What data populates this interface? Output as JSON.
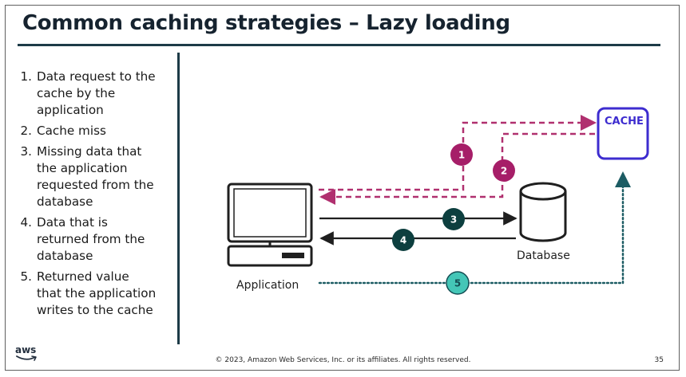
{
  "slide": {
    "title": "Common caching strategies – Lazy loading"
  },
  "steps": [
    {
      "number": "1.",
      "text": "Data request to the\ncache by the\napplication"
    },
    {
      "number": "2.",
      "text": "Cache miss"
    },
    {
      "number": "3.",
      "text": "Missing data that\nthe application\nrequested from the\ndatabase"
    },
    {
      "number": "4.",
      "text": "Data that is\nreturned from the\ndatabase"
    },
    {
      "number": "5.",
      "text": "Returned value\nthat the application\nwrites to the cache"
    }
  ],
  "diagram": {
    "application_label": "Application",
    "database_label": "Database",
    "cache_label": "CACHE",
    "badges": [
      "1",
      "2",
      "3",
      "4",
      "5"
    ],
    "icons": {
      "application": "computer-monitor-icon",
      "database": "database-cylinder-icon",
      "cache": "cache-box-icon"
    },
    "colors": {
      "dashed_arrows": "#b0306f",
      "solid_arrows": "#1f1f1f",
      "badge_1_2": "#a61e68",
      "badge_3_4": "#0d3f3f",
      "badge_5": "#44c6b7",
      "cache_border": "#3d2ccf",
      "dotted_arrow": "#1c5c63"
    }
  },
  "footer": {
    "copyright": "© 2023, Amazon Web Services, Inc. or its affiliates. All rights reserved.",
    "page_number": "35",
    "logo_text": "aws"
  }
}
